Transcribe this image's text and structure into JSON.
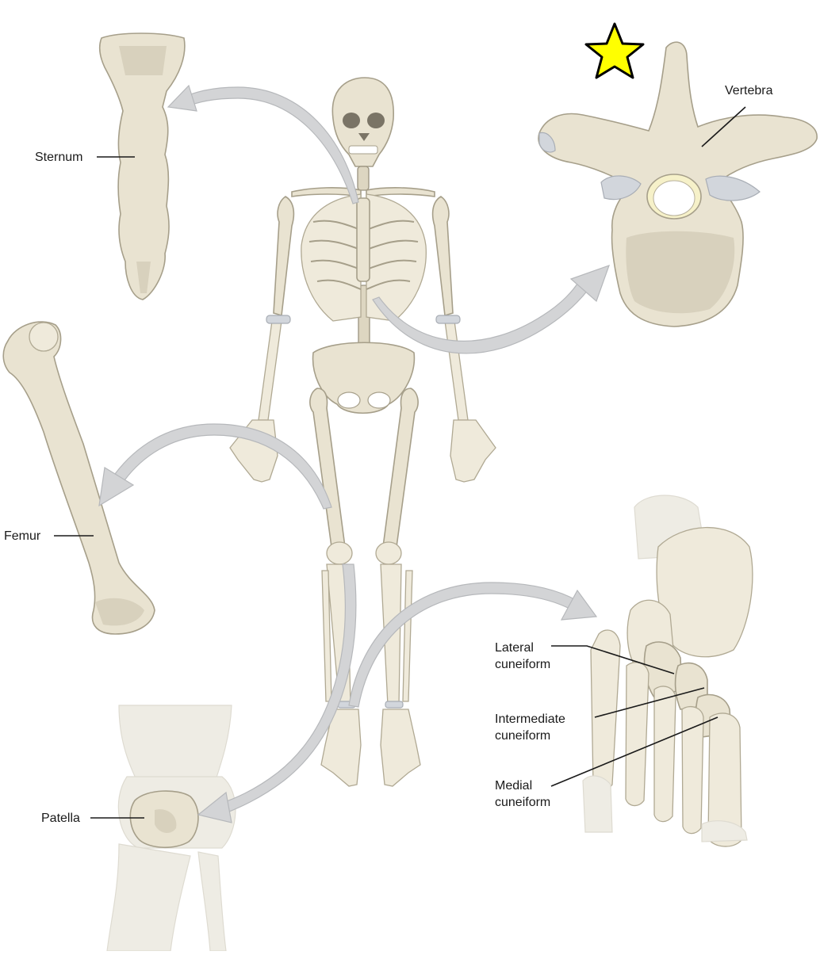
{
  "labels": {
    "sternum": "Sternum",
    "vertebra": "Vertebra",
    "femur": "Femur",
    "patella": "Patella",
    "lateral_line1": "Lateral",
    "lateral_line2": "cuneiform",
    "intermediate_line1": "Intermediate",
    "intermediate_line2": "cuneiform",
    "medial_line1": "Medial",
    "medial_line2": "cuneiform"
  },
  "colors": {
    "bone": "#e9e3d1",
    "bone_outline": "#a69f8a",
    "arrow": "#d3d4d6",
    "star_fill": "#ffff00",
    "star_outline": "#000000",
    "label_text": "#1a1a1a"
  },
  "icons": {
    "star": "star-icon"
  }
}
